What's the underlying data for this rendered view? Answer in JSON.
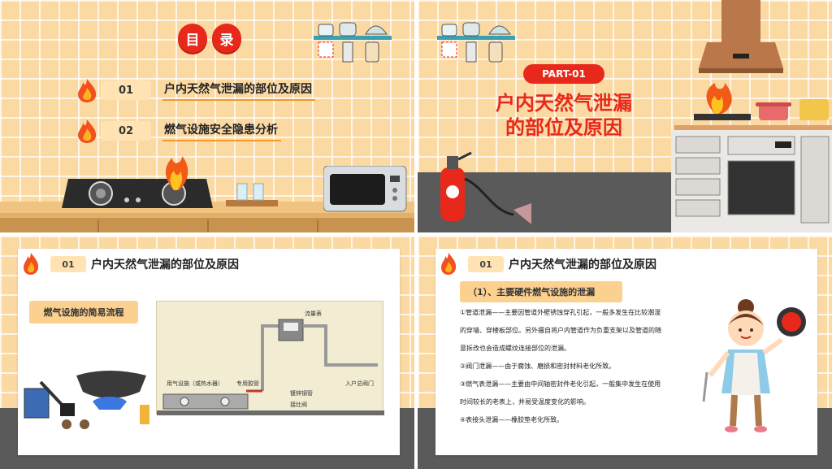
{
  "slide1": {
    "toc_title": [
      "目",
      "录"
    ],
    "items": [
      {
        "num": "01",
        "label": "户内天然气泄漏的部位及原因"
      },
      {
        "num": "02",
        "label": "燃气设施安全隐患分析"
      }
    ]
  },
  "slide2": {
    "part": "PART-01",
    "title_line1": "户内天然气泄漏",
    "title_line2": "的部位及原因"
  },
  "slide3": {
    "num": "01",
    "title": "户内天然气泄漏的部位及原因",
    "subtitle": "燃气设施的简易流程",
    "diagram_labels": {
      "meter": "流量表",
      "stove": "用气设施（或热水器）",
      "pipe": "专用胶管",
      "tube": "镀锌钢管",
      "valve_connector": "接灶阀",
      "inlet": "入户总阀门"
    }
  },
  "slide4": {
    "num": "01",
    "title": "户内天然气泄漏的部位及原因",
    "section": "（1）、主要硬件燃气设施的泄漏",
    "paragraphs": [
      "①管道泄漏——主要因管道外壁锈蚀穿孔引起，一般多发生在比较潮湿",
      "的穿墙、穿楼板部位。另外擅自将户内管道作为负重支架以及管道的随",
      "意拆改也会造成螺纹连接部位的泄漏。",
      "②阀门泄漏——由于腐蚀、磨损和密封材料老化所致。",
      "③燃气表泄漏——主要由中间轴密封件老化引起，一般集中发生在使用",
      "时间较长的老表上，并易受温度变化的影响。",
      "④表接头泄漏——橡胶垫老化所致。"
    ]
  },
  "colors": {
    "accent_red": "#e8281a",
    "tile_bg": "#fbd9a3",
    "label_bg": "#fcd08e",
    "floor": "#5a5a5a"
  }
}
